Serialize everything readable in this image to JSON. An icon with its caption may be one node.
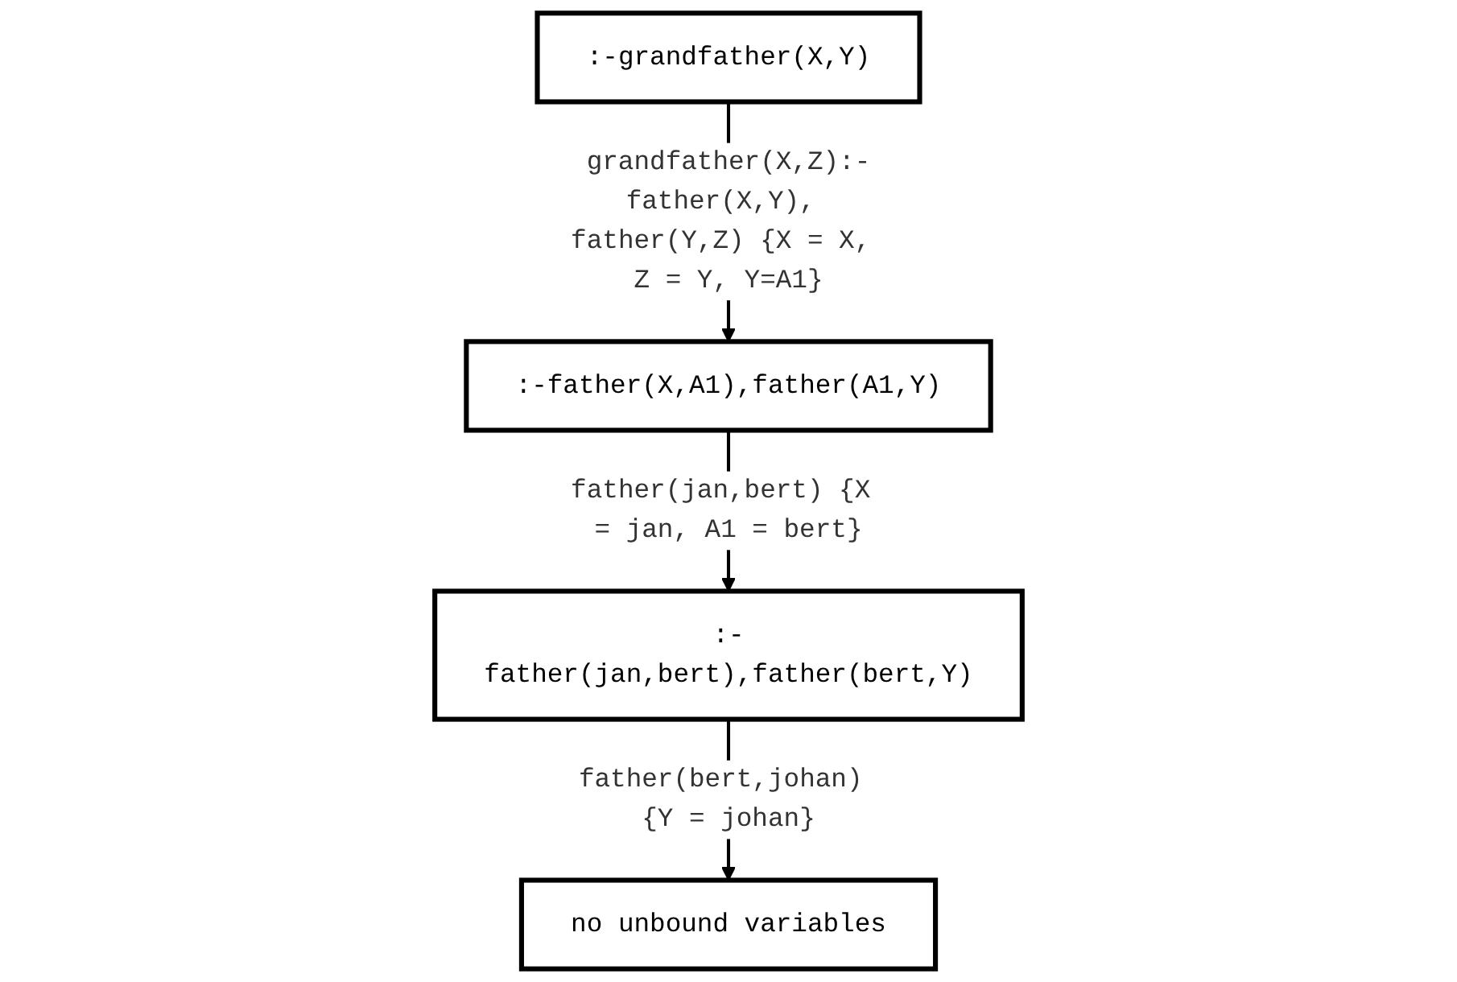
{
  "diagram": {
    "nodes": [
      {
        "text": [
          ":-grandfather(X,Y)"
        ]
      },
      {
        "text": [
          ":-father(X,A1),father(A1,Y)"
        ]
      },
      {
        "text": [
          ":-father(jan,bert),father(bert,Y)"
        ]
      },
      {
        "text": [
          "no unbound variables"
        ]
      }
    ],
    "edges": [
      {
        "from": 0,
        "to": 1,
        "arrow": "to",
        "label": "grandfather(X,Z):-father(X,Y), father(Y,Z) {X = X, Z = Y, Y=A1}"
      },
      {
        "from": 1,
        "to": 2,
        "arrow": "to",
        "label": "father(jan,bert) {X = jan, A1 = bert}"
      },
      {
        "from": 2,
        "to": 3,
        "arrow": "to",
        "label": "father(bert,johan) {Y = johan}"
      }
    ]
  }
}
